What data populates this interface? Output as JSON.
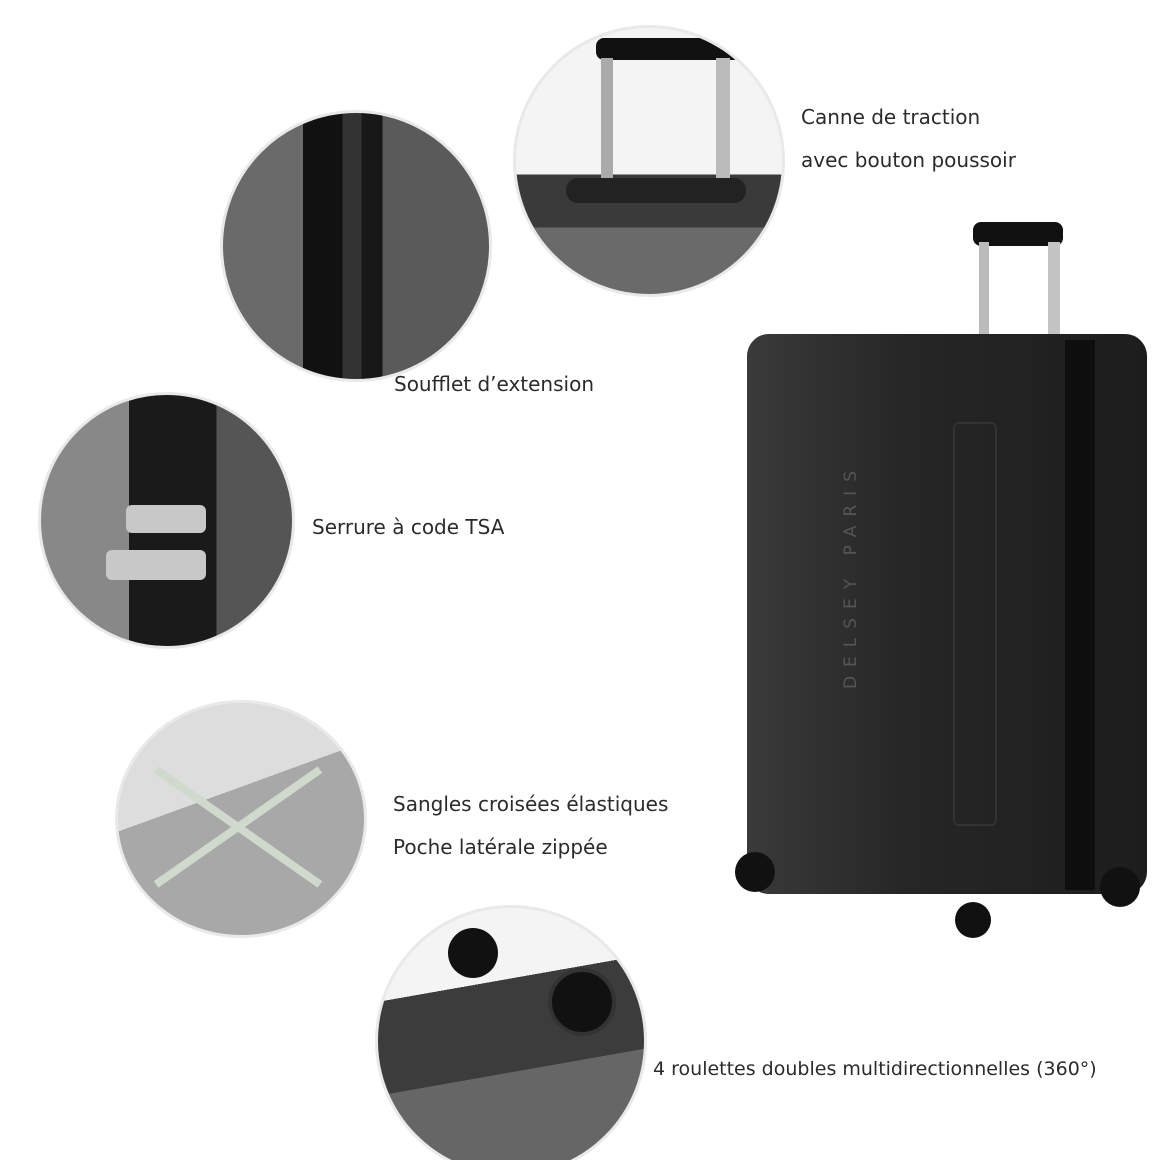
{
  "features": {
    "handle": [
      "Canne de traction",
      "avec bouton poussoir"
    ],
    "expansion": "Soufflet d’extension",
    "lock": "Serrure à code TSA",
    "interior": [
      "Sangles croisées élastiques",
      "Poche latérale zippée"
    ],
    "wheels": "4 roulettes doubles multidirectionnelles (360°)"
  },
  "product": {
    "brand": "DELSEY PARIS"
  }
}
